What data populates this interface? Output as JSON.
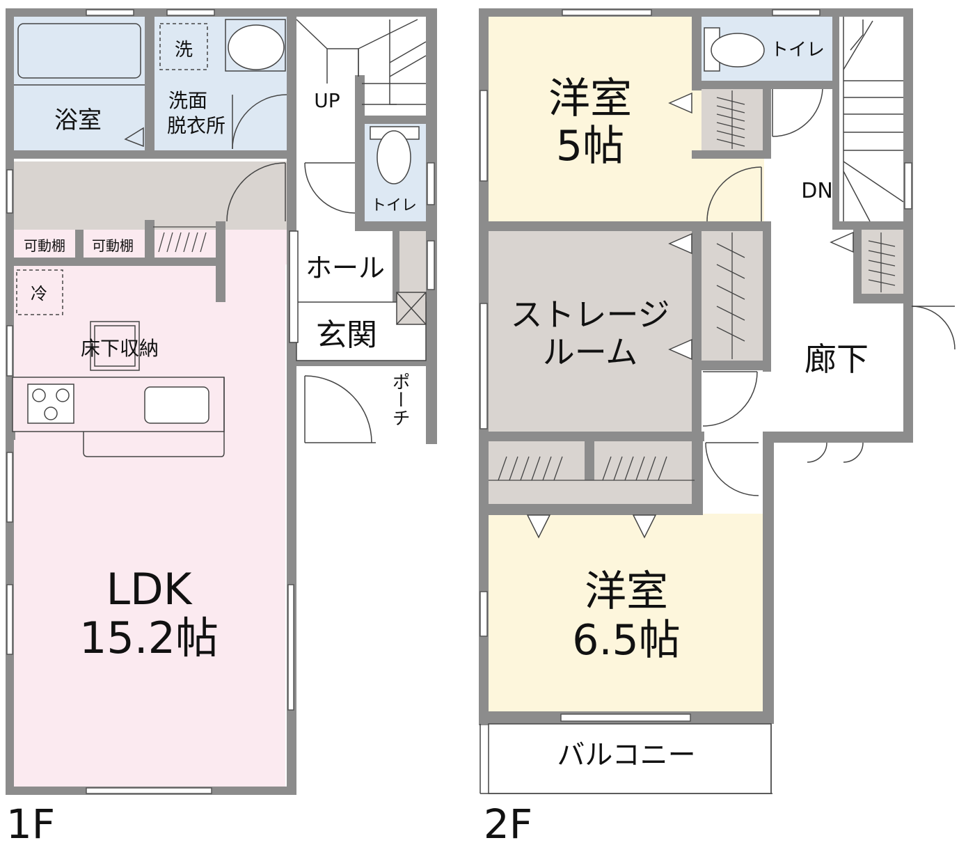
{
  "floor_1": {
    "floor_label": "1F",
    "rooms": {
      "bath": "浴室",
      "washroom_line1": "洗面",
      "washroom_line2": "脱衣所",
      "washer_mark": "洗",
      "stairs_up": "UP",
      "toilet": "トイレ",
      "shelf_1": "可動棚",
      "shelf_2": "可動棚",
      "fridge_mark": "冷",
      "underfloor_storage": "床下収納",
      "hall": "ホール",
      "entrance": "玄関",
      "porch": "ポーチ",
      "ldk_name": "LDK",
      "ldk_size": "15.2帖"
    }
  },
  "floor_2": {
    "floor_label": "2F",
    "rooms": {
      "western_room_a_name": "洋室",
      "western_room_a_size": "5帖",
      "toilet": "トイレ",
      "stairs_down": "DN",
      "storage_room_line1": "ストレージ",
      "storage_room_line2": "ルーム",
      "corridor": "廊下",
      "western_room_b_name": "洋室",
      "western_room_b_size": "6.5帖",
      "balcony": "バルコニー"
    }
  },
  "colors": {
    "wall": "#8c8c8c",
    "wet_area": "#dde8f3",
    "ldk": "#fbeaf0",
    "western_room": "#fdf6dc",
    "storage": "#d9d4d0",
    "floor_plain": "#ffffff"
  }
}
